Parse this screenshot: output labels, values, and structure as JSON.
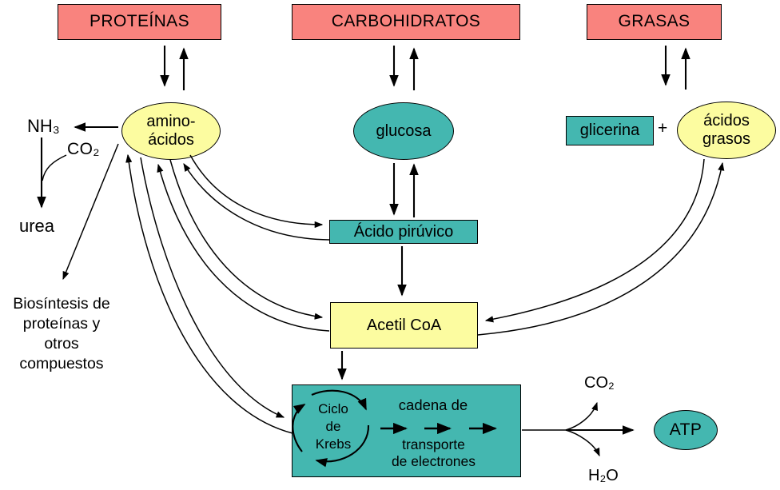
{
  "colors": {
    "pink": "#F9837E",
    "teal": "#44B7B0",
    "yellow": "#FCFCA0",
    "line": "#000000",
    "bg": "#FFFFFF"
  },
  "nodes": {
    "proteinas": "PROTEÍNAS",
    "carbohidratos": "CARBOHIDRATOS",
    "grasas": "GRASAS",
    "aminoacidos": {
      "line1": "amino-",
      "line2": "ácidos"
    },
    "glucosa": "glucosa",
    "glicerina": "glicerina",
    "plus": "+",
    "acidos_grasos": {
      "line1": "ácidos",
      "line2": "grasos"
    },
    "acido_piruvico": "Ácido pirúvico",
    "acetil_coa": "Acetil CoA",
    "krebs": {
      "line1": "Ciclo",
      "line2": "de",
      "line3": "Krebs"
    },
    "cadena": {
      "top": "cadena de",
      "bottom1": "transporte",
      "bottom2": "de electrones"
    },
    "atp": "ATP"
  },
  "labels": {
    "nh3": "NH₃",
    "co2_left": "CO₂",
    "urea": "urea",
    "biosintesis": {
      "line1": "Biosíntesis de",
      "line2": "proteínas y",
      "line3": "otros",
      "line4": "compuestos"
    },
    "co2_right": "CO₂",
    "h2o": "H₂O"
  },
  "edges": [
    "PROTEÍNAS ⇄ amino-ácidos",
    "CARBOHIDRATOS ⇄ glucosa",
    "GRASAS ⇄ glicerina + ácidos grasos",
    "amino-ácidos → NH₃",
    "NH₃ + CO₂ → urea",
    "amino-ácidos → Biosíntesis de proteínas y otros compuestos",
    "glucosa ⇄ Ácido pirúvico",
    "amino-ácidos ⇄ Ácido pirúvico",
    "Ácido pirúvico → Acetil CoA",
    "amino-ácidos ⇄ Acetil CoA",
    "ácidos grasos ⇄ Acetil CoA",
    "Acetil CoA → Ciclo de Krebs",
    "amino-ácidos ⇄ Ciclo de Krebs",
    "Ciclo de Krebs → cadena de transporte de electrones → CO₂ + H₂O + ATP"
  ]
}
